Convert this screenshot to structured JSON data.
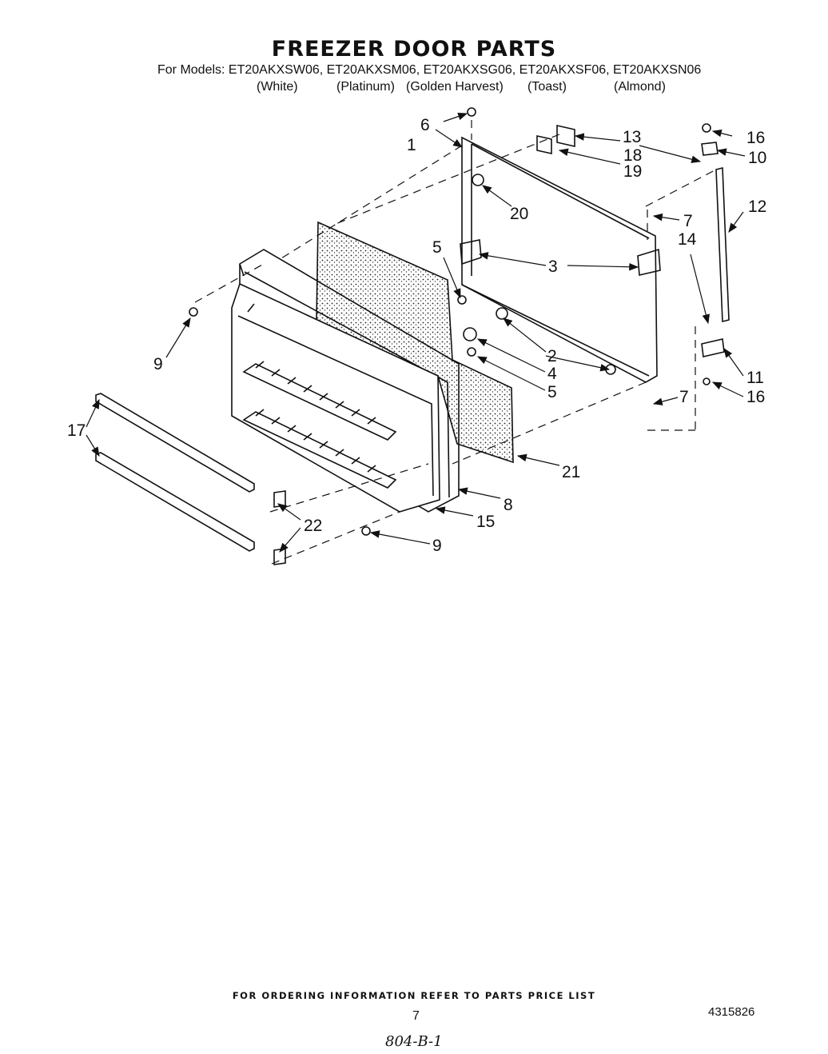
{
  "title": "FREEZER DOOR PARTS",
  "models_line": "For Models: ET20AKXSW06, ET20AKXSM06, ET20AKXSG06, ET20AKXSF06, ET20AKXSN06",
  "colors": [
    "(White)",
    "(Platinum)",
    "(Golden Harvest)",
    "(Toast)",
    "(Almond)"
  ],
  "callouts": {
    "c1": "1",
    "c2": "2",
    "c3": "3",
    "c4": "4",
    "c5a": "5",
    "c5b": "5",
    "c6": "6",
    "c7a": "7",
    "c7b": "7",
    "c8": "8",
    "c9a": "9",
    "c9b": "9",
    "c10": "10",
    "c11": "11",
    "c12": "12",
    "c13": "13",
    "c14": "14",
    "c15": "15",
    "c16a": "16",
    "c16b": "16",
    "c17": "17",
    "c18": "18",
    "c19": "19",
    "c20": "20",
    "c21": "21",
    "c22": "22"
  },
  "footer": "FOR ORDERING INFORMATION REFER TO PARTS PRICE LIST",
  "page_number": "7",
  "part_number": "4315826",
  "handwritten_note": "804-B-1"
}
